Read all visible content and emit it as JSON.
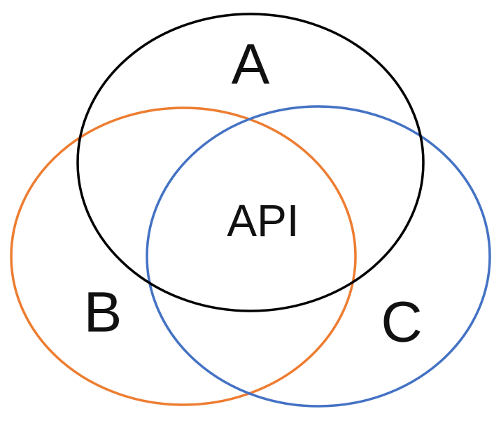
{
  "diagram": {
    "type": "venn",
    "sets": [
      {
        "label": "A",
        "color": "#000000"
      },
      {
        "label": "B",
        "color": "#ed7d31"
      },
      {
        "label": "C",
        "color": "#4472c4"
      }
    ],
    "intersection_label": "API"
  }
}
